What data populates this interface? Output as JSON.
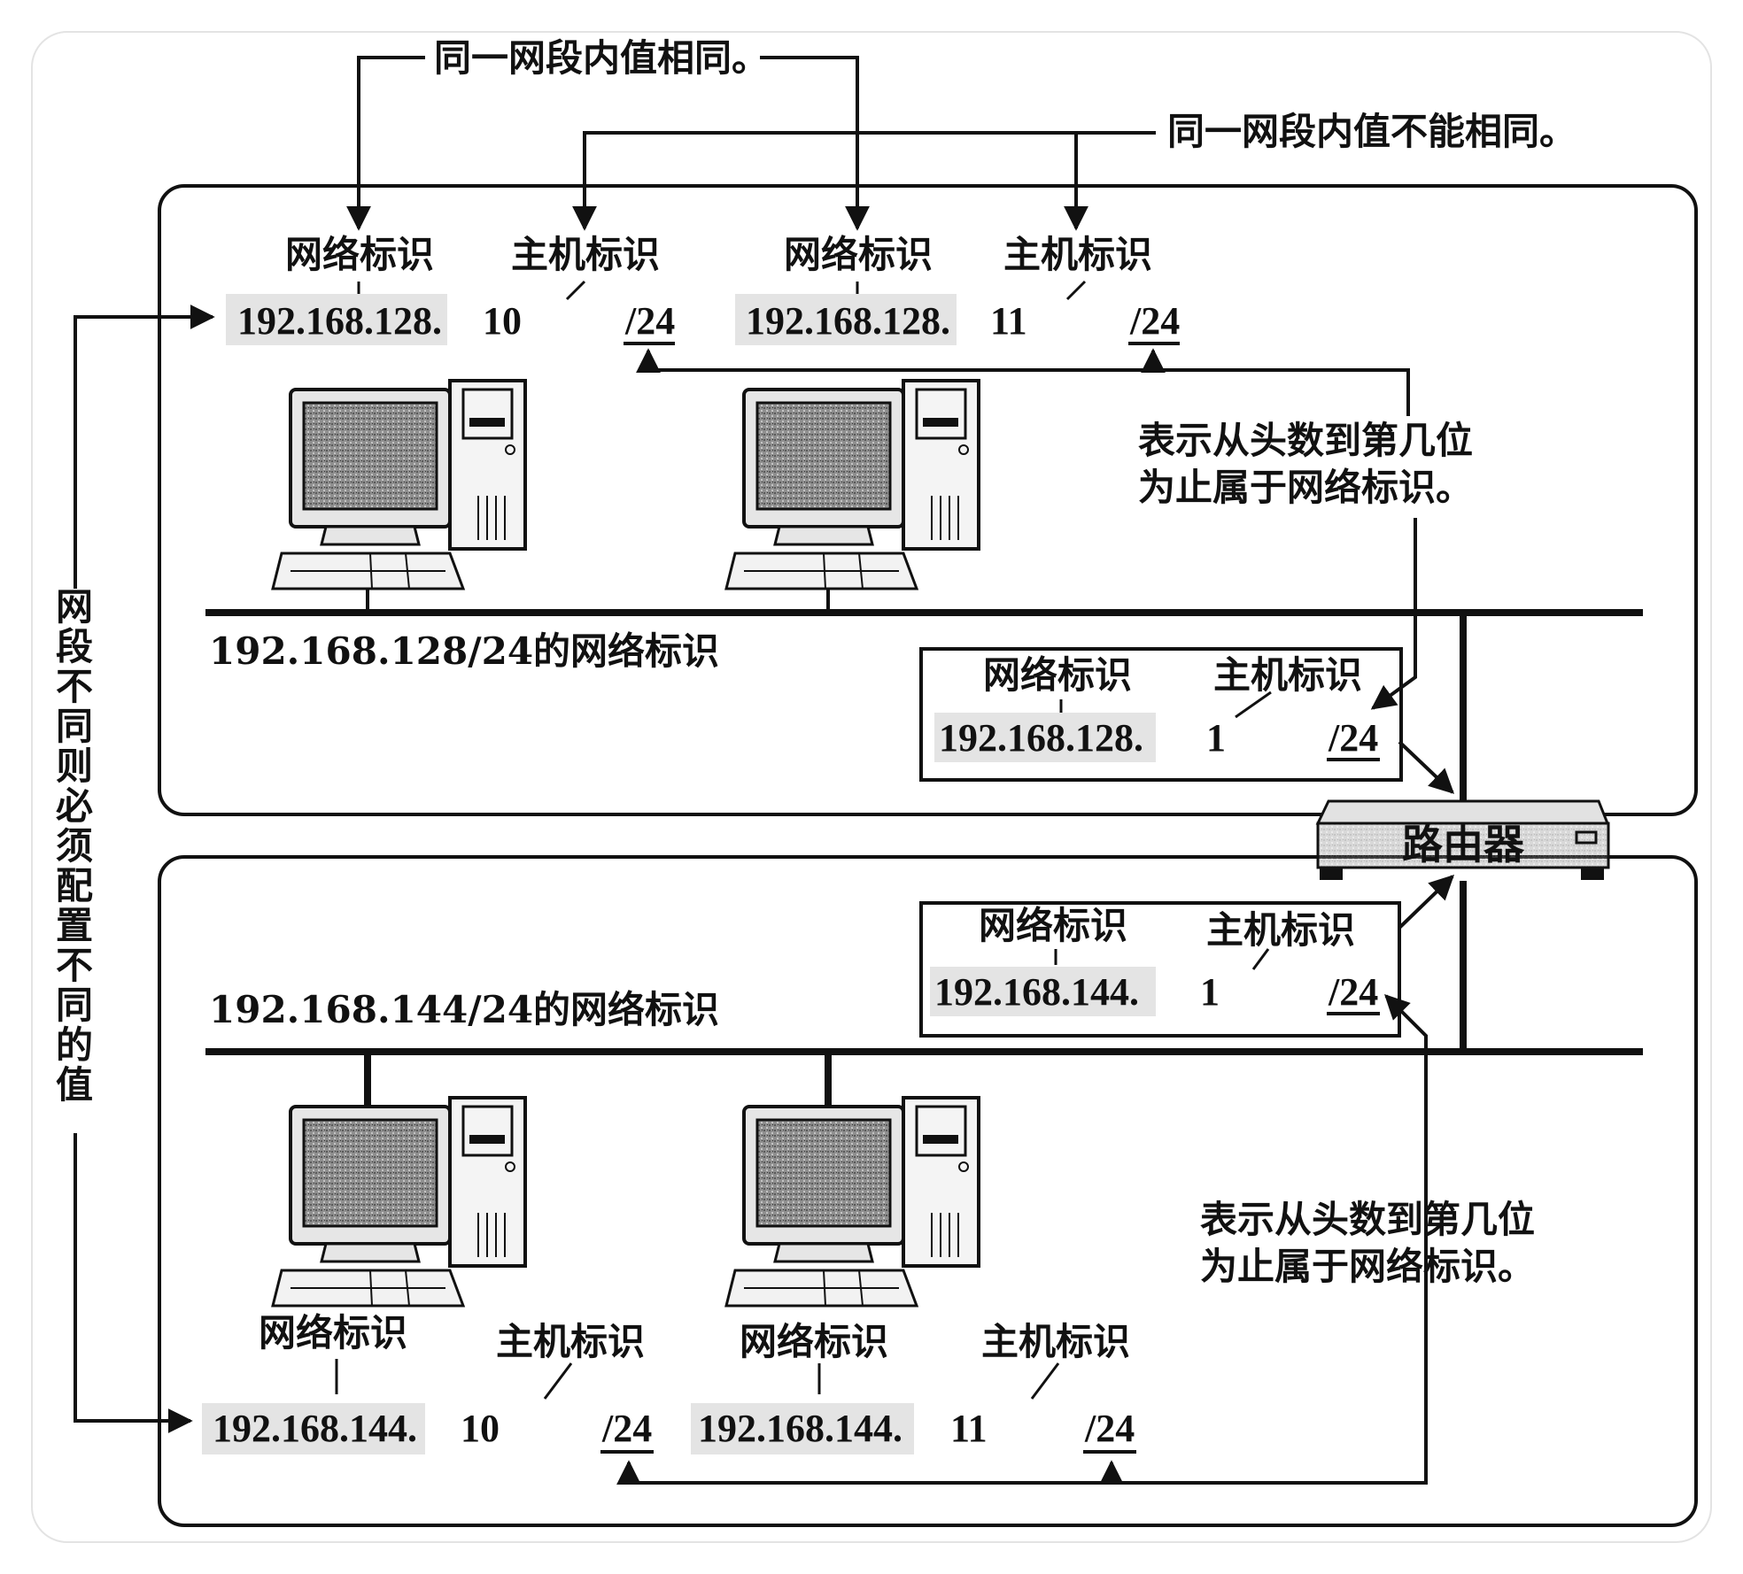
{
  "top_notes": {
    "same_value": "同一网段内值相同。",
    "diff_value": "同一网段内值不能相同。"
  },
  "side_note": "网段不同则必须配置不同的值",
  "labels": {
    "net_id": "网络标识",
    "host_id": "主机标识"
  },
  "segment1": {
    "caption": "192.168.128/24的网络标识",
    "host1": {
      "net": "192.168.128.",
      "host": "10",
      "prefix": "/24"
    },
    "host2": {
      "net": "192.168.128.",
      "host": "11",
      "prefix": "/24"
    },
    "router_if": {
      "net": "192.168.128.",
      "host": "1",
      "prefix": "/24"
    },
    "note_line1": "表示从头数到第几位",
    "note_line2": "为止属于网络标识。"
  },
  "segment2": {
    "caption": "192.168.144/24的网络标识",
    "host1": {
      "net": "192.168.144.",
      "host": "10",
      "prefix": "/24"
    },
    "host2": {
      "net": "192.168.144.",
      "host": "11",
      "prefix": "/24"
    },
    "router_if": {
      "net": "192.168.144.",
      "host": "1",
      "prefix": "/24"
    },
    "note_line1": "表示从头数到第几位",
    "note_line2": "为止属于网络标识。"
  },
  "router_label": "路由器",
  "colors": {
    "line": "#111111",
    "screen": "#9a9a9a",
    "router": "#d6d6d6",
    "background": "#ffffff"
  }
}
